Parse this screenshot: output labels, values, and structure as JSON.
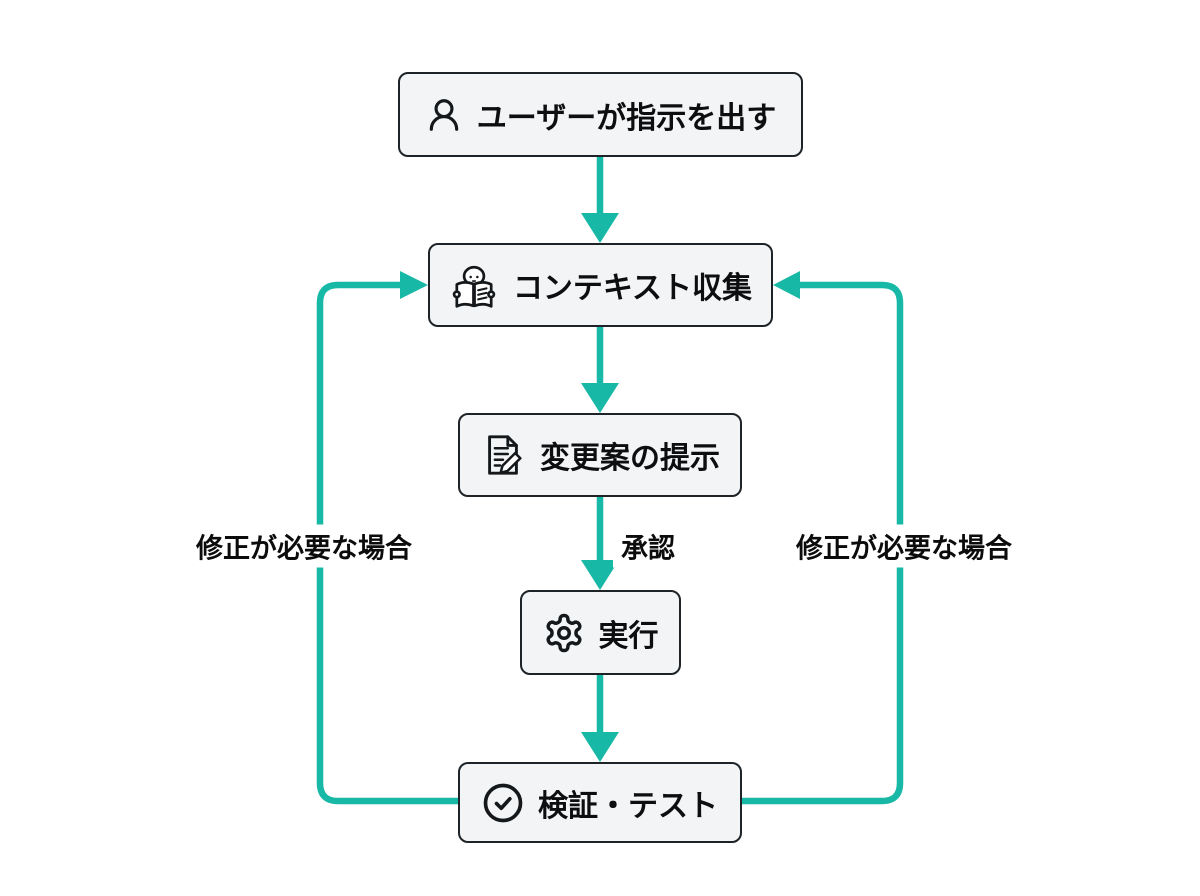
{
  "diagram": {
    "type": "flowchart",
    "direction": "top-down",
    "colors": {
      "background": "#ffffff",
      "node_fill": "#f2f4f5",
      "node_border": "#1e2328",
      "arrow": "#17b8a5",
      "text": "#0c0e10"
    },
    "nodes": [
      {
        "id": "user-instruction",
        "label": "ユーザーが指示を出す",
        "icon": "user-icon"
      },
      {
        "id": "context-collection",
        "label": "コンテキスト収集",
        "icon": "person-reading-icon"
      },
      {
        "id": "proposal",
        "label": "変更案の提示",
        "icon": "document-edit-icon"
      },
      {
        "id": "execute",
        "label": "実行",
        "icon": "gear-icon"
      },
      {
        "id": "verify-test",
        "label": "検証・テスト",
        "icon": "check-circle-icon"
      }
    ],
    "edge_labels": {
      "approval": "承認",
      "left_loop": "修正が必要な場合",
      "right_loop": "修正が必要な場合"
    },
    "edges": [
      {
        "from": "user-instruction",
        "to": "context-collection",
        "label": ""
      },
      {
        "from": "context-collection",
        "to": "proposal",
        "label": ""
      },
      {
        "from": "proposal",
        "to": "execute",
        "label": "承認"
      },
      {
        "from": "execute",
        "to": "verify-test",
        "label": ""
      },
      {
        "from": "verify-test",
        "to": "context-collection",
        "label": "修正が必要な場合",
        "route": "left"
      },
      {
        "from": "verify-test",
        "to": "context-collection",
        "label": "修正が必要な場合",
        "route": "right"
      }
    ]
  }
}
